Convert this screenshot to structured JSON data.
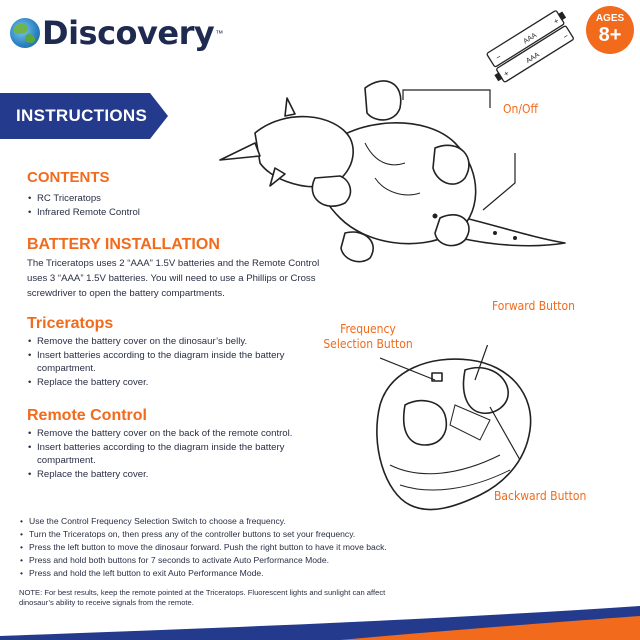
{
  "brand": {
    "name": "Discovery",
    "tm": "™"
  },
  "ages": {
    "label": "AGES",
    "value": "8+"
  },
  "banner": {
    "title": "INSTRUCTIONS"
  },
  "contents": {
    "title": "CONTENTS",
    "items": [
      "RC Triceratops",
      "Infrared Remote Control"
    ]
  },
  "battery": {
    "title": "BATTERY INSTALLATION",
    "lines": [
      "The Triceratops uses 2 “AAA” 1.5V batteries and the Remote Control",
      "uses 3 “AAA” 1.5V batteries. You will need to use a Phillips or Cross",
      "screwdriver to open the battery compartments."
    ]
  },
  "triceratops": {
    "title": "Triceratops",
    "items": [
      [
        "Remove the battery cover on the dinosaur’s belly."
      ],
      [
        "Insert batteries according to the diagram inside the battery",
        "compartment."
      ],
      [
        "Replace the battery cover."
      ]
    ]
  },
  "remote": {
    "title": "Remote Control",
    "items": [
      [
        "Remove the battery cover on the back of the remote control."
      ],
      [
        "Insert batteries according to the diagram inside the battery",
        "compartment."
      ],
      [
        "Replace the battery cover."
      ]
    ]
  },
  "operation": {
    "items": [
      "Use the Control Frequency Selection Switch to choose a frequency.",
      "Turn the Triceratops on, then press any of the controller buttons to set your frequency.",
      "Press the left button to move the dinosaur forward. Push the right button to have it move back.",
      "Press and hold both buttons for 7 seconds to activate Auto Performance Mode.",
      "Press and hold the left button to exit Auto Performance Mode."
    ]
  },
  "note": {
    "lines": [
      "NOTE: For best results, keep the remote pointed at the Triceratops. Fluorescent lights and sunlight can affect",
      "dinosaur’s ability to receive signals from the remote."
    ]
  },
  "diagram": {
    "on_off": "On/Off",
    "forward": "Forward Button",
    "frequency": [
      "Frequency",
      "Selection Button"
    ],
    "backward": "Backward Button",
    "battery_text": [
      "AAA",
      "AAA"
    ]
  },
  "colors": {
    "orange": "#f26a1b",
    "navy": "#243a8c",
    "text": "#2a2f45"
  }
}
